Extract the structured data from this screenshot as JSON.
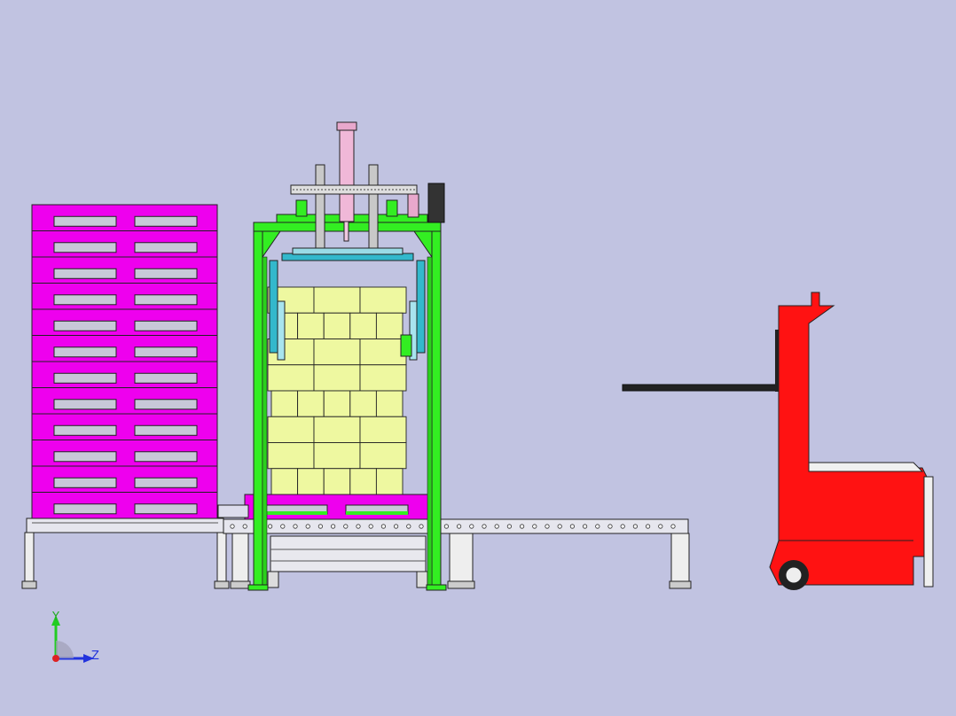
{
  "viewport": {
    "background": "#c1c3e1"
  },
  "triad": {
    "y_label": "Y",
    "z_label": "Z",
    "y_color": "#22cc22",
    "z_color": "#2233dd",
    "origin_color": "#dd2222"
  },
  "colors": {
    "pallet_magenta": "#ee00ee",
    "pallet_slot": "#c8c8d8",
    "frame_green": "#33ee22",
    "cylinder_pink": "#f0b8d8",
    "carriage_cyan": "#33b8cc",
    "box_yellow": "#eef8a0",
    "forklift_red": "#ff1212",
    "conveyor_gray": "#e6e6ee",
    "outline": "#222222"
  },
  "parts": {
    "pallet_stack_count": 12,
    "box_rows": 8
  }
}
